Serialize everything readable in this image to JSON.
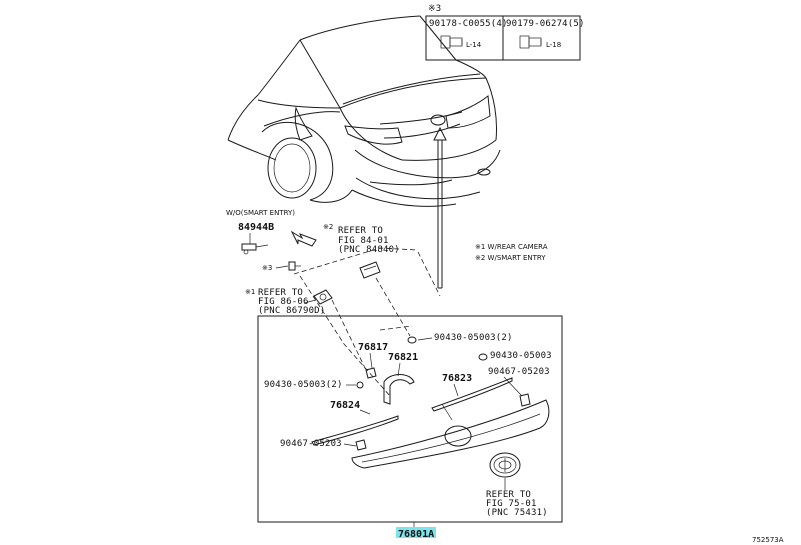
{
  "legend_box": {
    "mark": "※3",
    "left_part": "90178-C0055(4)",
    "left_size": "L-14",
    "right_part": "90179-06274(5)",
    "right_size": "L-18"
  },
  "notes": {
    "note1": "※1 W/REAR CAMERA",
    "note2": "※2 W/SMART ENTRY",
    "smart_entry": "W/O(SMART ENTRY)"
  },
  "refs": {
    "ref_84": {
      "mark": "※2",
      "line1": "REFER TO",
      "line2": "FIG 84-01",
      "line3": "(PNC 84840)"
    },
    "ref_86": {
      "mark": "※1",
      "line1": "REFER TO",
      "line2": "FIG 86-06",
      "line3": "(PNC 86790D)"
    },
    "ref_75": {
      "line1": "REFER TO",
      "line2": "FIG 75-01",
      "line3": "(PNC 75431)"
    }
  },
  "parts": {
    "p84944B": "84944B",
    "p3": "※3",
    "p76817": "76817",
    "p76821": "76821",
    "p76823": "76823",
    "p76824": "76824",
    "p90430_a": "90430-05003(2)",
    "p90430_b": "90430-05003",
    "p90430_c": "90430-05003(2)",
    "p90467_a": "90467-05203",
    "p90467_b": "90467-05203",
    "main_assy": "76801A"
  },
  "colors": {
    "highlight": "#7fe3ec"
  },
  "figure_id": "752573A"
}
